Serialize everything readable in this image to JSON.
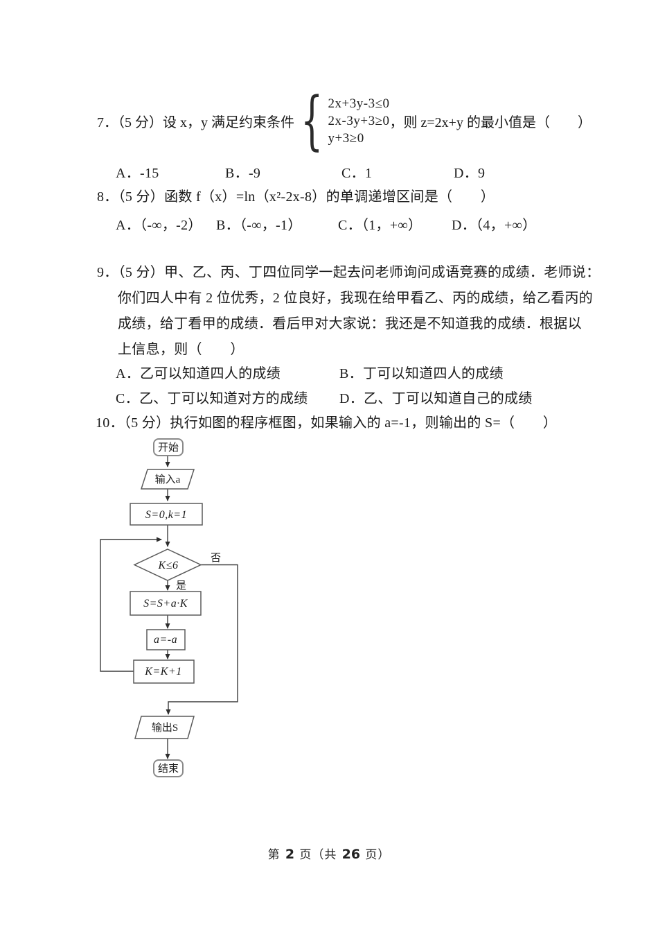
{
  "q7": {
    "stem_before": "7．（5 分）设 x，y 满足约束条件",
    "brace": "{",
    "constraints": [
      "2x+3y-3≤0",
      "2x-3y+3≥0",
      "y+3≥0"
    ],
    "stem_after": "，则 z=2x+y 的最小值是（　　）",
    "options": [
      "A．-15",
      "B．-9",
      "C．1",
      "D．9"
    ]
  },
  "q8": {
    "stem": "8．（5 分）函数 f（x）=ln（x²-2x-8）的单调递增区间是（　　）",
    "options": [
      "A．（-∞，-2）",
      "B．（-∞，-1）",
      "C．（1，+∞）",
      "D．（4，+∞）"
    ]
  },
  "q9": {
    "lines": [
      "9．（5 分）甲、乙、丙、丁四位同学一起去问老师询问成语竞赛的成绩．老师说：",
      "你们四人中有 2 位优秀，2 位良好，我现在给甲看乙、丙的成绩，给乙看丙的",
      "成绩，给丁看甲的成绩．看后甲对大家说：我还是不知道我的成绩．根据以",
      "上信息，则（　　）"
    ],
    "options": [
      "A．乙可以知道四人的成绩",
      "B．丁可以知道四人的成绩",
      "C．乙、丁可以知道对方的成绩",
      "D．乙、丁可以知道自己的成绩"
    ]
  },
  "q10": {
    "stem": "10．（5 分）执行如图的程序框图，如果输入的 a=-1，则输出的 S=（　　）"
  },
  "flowchart": {
    "start": "开始",
    "input": "输入a",
    "init": "S=0,k=1",
    "cond": "K≤6",
    "no": "否",
    "yes": "是",
    "assign": "S=S+a·K",
    "negate": "a=-a",
    "increment": "K=K+1",
    "output": "输出S",
    "end": "结束"
  },
  "footer": {
    "part1": "第",
    "page": "2",
    "part2": "页（共",
    "total": "26",
    "part3": "页）"
  },
  "colors": {
    "text": "#1b1b1b",
    "flow_line": "#3d3d3d",
    "box_border": "#5a5a5a",
    "background": "#ffffff"
  }
}
